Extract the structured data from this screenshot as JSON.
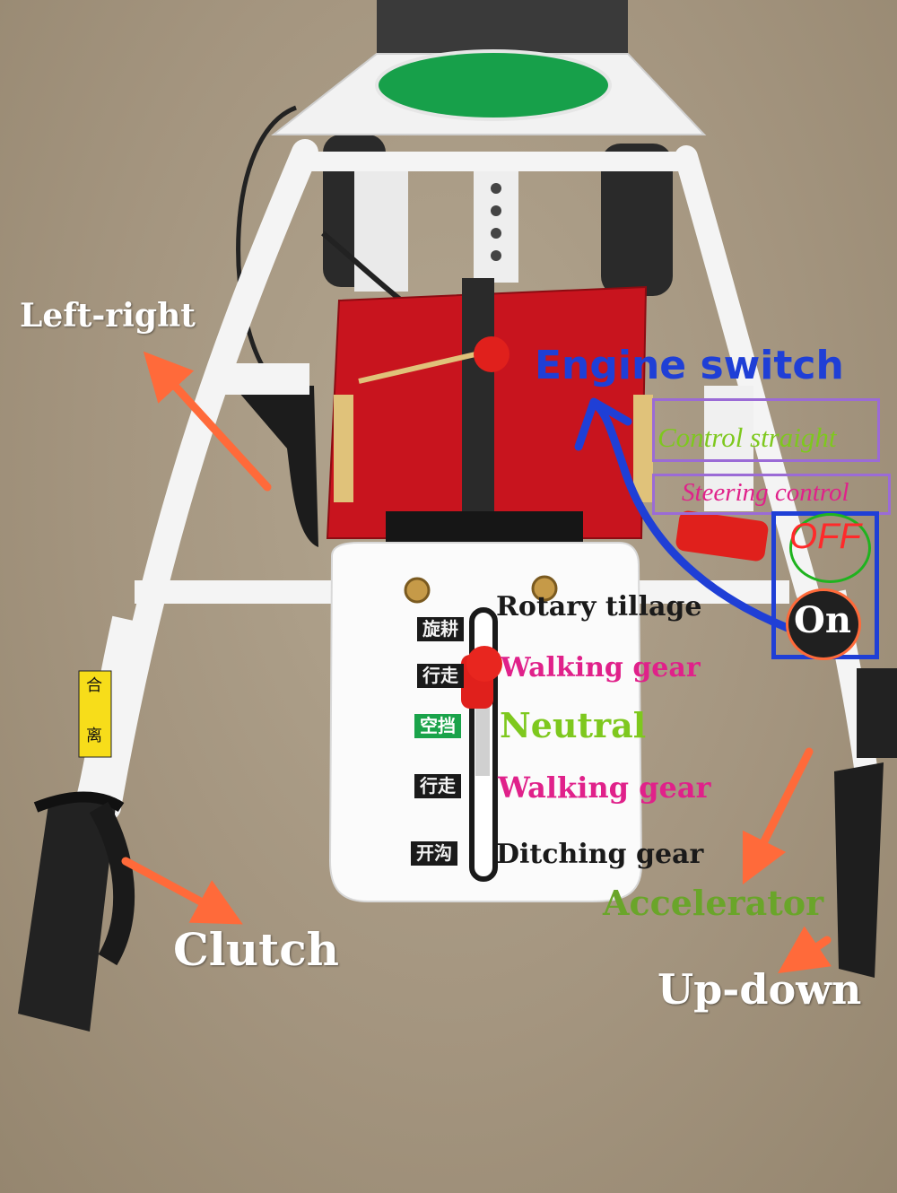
{
  "labels": {
    "left_right": "Left-right",
    "engine_switch": "Engine switch",
    "control_straight": "Control straight",
    "steering_control": "Steering control",
    "off": "OFF",
    "on": "On",
    "rotary_tillage": "Rotary tillage",
    "walking_gear_1": "Walking gear",
    "neutral": "Neutral",
    "walking_gear_2": "Walking gear",
    "ditching_gear": "Ditching gear",
    "accelerator": "Accelerator",
    "clutch": "Clutch",
    "up_down": "Up-down"
  },
  "plate": {
    "rotary": "旋耕",
    "walk1": "行走",
    "neutral": "空挡",
    "walk2": "行走",
    "ditch": "开沟"
  },
  "handle_sticker": {
    "top": "合",
    "bottom": "离"
  },
  "colors": {
    "arrow": "#ff6a3a",
    "engine_switch": "#1f3fd6",
    "walking_gear": "#e0218a",
    "neutral": "#7ec81e",
    "accelerator": "#6aa52a",
    "box_border": "#9b6bd6",
    "control_straight": "#7ec81e",
    "steering_control": "#e0218a",
    "off": "#ff2a2a",
    "frame_red": "#c8141e",
    "frame_white": "#f4f4f4"
  }
}
